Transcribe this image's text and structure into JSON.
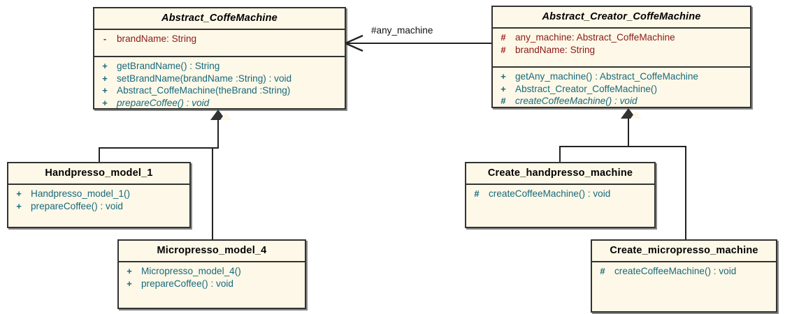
{
  "diagram": {
    "title": "Abstract Factory / Factory Method UML class diagram",
    "colors": {
      "box_fill": "#FDF8E7",
      "box_border": "#333333",
      "attribute_text": "#8B1A1A",
      "operation_text": "#17697E",
      "title_text": "#000000",
      "connector": "#222222",
      "background": "#FFFFFF"
    }
  },
  "classes": {
    "abstract_coffemachine": {
      "name": "Abstract_CoffeMachine",
      "is_abstract": true,
      "attributes": [
        {
          "visibility": "-",
          "text": "brandName:  String",
          "is_abstract": false
        }
      ],
      "operations": [
        {
          "visibility": "+",
          "text": "getBrandName() : String",
          "is_abstract": false
        },
        {
          "visibility": "+",
          "text": "setBrandName(brandName :String) : void",
          "is_abstract": false
        },
        {
          "visibility": "+",
          "text": "Abstract_CoffeMachine(theBrand :String)",
          "is_abstract": false
        },
        {
          "visibility": "+",
          "text": "prepareCoffee() : void",
          "is_abstract": true
        }
      ]
    },
    "abstract_creator_coffemachine": {
      "name": "Abstract_Creator_CoffeMachine",
      "is_abstract": true,
      "attributes": [
        {
          "visibility": "#",
          "text": "any_machine:  Abstract_CoffeMachine",
          "is_abstract": false
        },
        {
          "visibility": "#",
          "text": "brandName:  String",
          "is_abstract": false
        }
      ],
      "operations": [
        {
          "visibility": "+",
          "text": "getAny_machine() : Abstract_CoffeMachine",
          "is_abstract": false
        },
        {
          "visibility": "+",
          "text": "Abstract_Creator_CoffeMachine()",
          "is_abstract": false
        },
        {
          "visibility": "#",
          "text": "createCoffeeMachine() : void",
          "is_abstract": true
        }
      ]
    },
    "handpresso_model_1": {
      "name": "Handpresso_model_1",
      "is_abstract": false,
      "attributes": [],
      "operations": [
        {
          "visibility": "+",
          "text": "Handpresso_model_1()",
          "is_abstract": false
        },
        {
          "visibility": "+",
          "text": "prepareCoffee() : void",
          "is_abstract": false
        }
      ]
    },
    "micropresso_model_4": {
      "name": "Micropresso_model_4",
      "is_abstract": false,
      "attributes": [],
      "operations": [
        {
          "visibility": "+",
          "text": "Micropresso_model_4()",
          "is_abstract": false
        },
        {
          "visibility": "+",
          "text": "prepareCoffee() : void",
          "is_abstract": false
        }
      ]
    },
    "create_handpresso_machine": {
      "name": "Create_handpresso_machine",
      "is_abstract": false,
      "attributes": [],
      "operations": [
        {
          "visibility": "#",
          "text": "createCoffeeMachine() : void",
          "is_abstract": false
        }
      ]
    },
    "create_micropresso_machine": {
      "name": "Create_micropresso_machine",
      "is_abstract": false,
      "attributes": [],
      "operations": [
        {
          "visibility": "#",
          "text": "createCoffeeMachine() : void",
          "is_abstract": false
        }
      ]
    }
  },
  "relationships": {
    "association": {
      "label": "#any_machine",
      "from": "Abstract_Creator_CoffeMachine",
      "to": "Abstract_CoffeMachine",
      "arrow": "open-arrow-left"
    },
    "generalizations": [
      {
        "child": "Handpresso_model_1",
        "parent": "Abstract_CoffeMachine"
      },
      {
        "child": "Micropresso_model_4",
        "parent": "Abstract_CoffeMachine"
      },
      {
        "child": "Create_handpresso_machine",
        "parent": "Abstract_Creator_CoffeMachine"
      },
      {
        "child": "Create_micropresso_machine",
        "parent": "Abstract_Creator_CoffeMachine"
      }
    ]
  }
}
